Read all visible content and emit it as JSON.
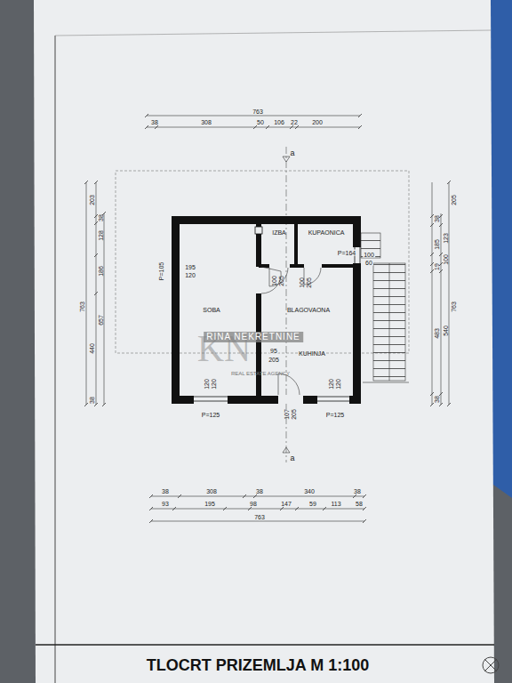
{
  "diagram": {
    "title": "TLOCRT PRIZEMLJA M 1:100",
    "nodes": [
      {
        "text": [
          "SOBA"
        ]
      },
      {
        "text": [
          "IZBA"
        ]
      },
      {
        "text": [
          "KUPAONICA"
        ]
      },
      {
        "text": [
          "BLAGOVAONA",
          "KUHINJA"
        ]
      }
    ],
    "labels": [
      "763",
      "38",
      "308",
      "50",
      "106",
      "22",
      "200",
      "203",
      "38",
      "128",
      "186",
      "763",
      "657",
      "440",
      "38",
      "205",
      "38",
      "185",
      "123",
      "100",
      "19",
      "763",
      "483",
      "540",
      "38",
      "195",
      "120",
      "P=105",
      "100",
      "205",
      "100",
      "205",
      "P=164",
      "100",
      "60",
      "95",
      "205",
      "120",
      "120",
      "P=125",
      "120",
      "120",
      "P=125",
      "107",
      "205",
      "a",
      "a",
      "38",
      "308",
      "38",
      "340",
      "38",
      "93",
      "195",
      "98",
      "147",
      "59",
      "113",
      "58",
      "763",
      "KN",
      "RINA NEKRETNINE",
      "REAL ESTATE AGENCY"
    ]
  }
}
